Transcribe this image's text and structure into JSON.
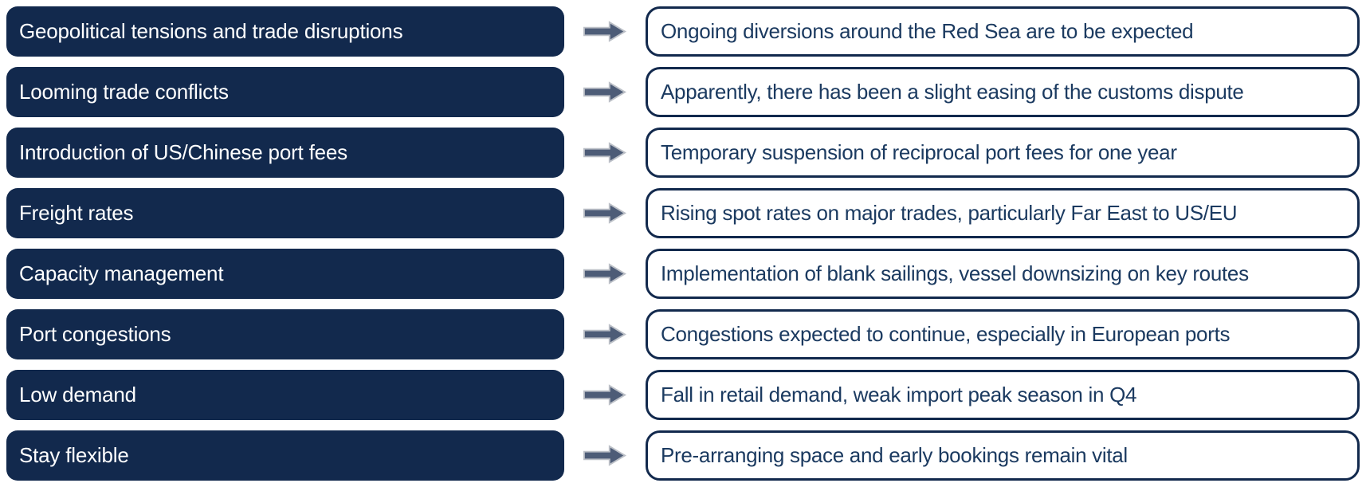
{
  "diagram": {
    "type": "topic-to-detail mapping",
    "rows": [
      {
        "topic": "Geopolitical tensions and trade disruptions",
        "detail": "Ongoing diversions around the Red Sea are to be expected"
      },
      {
        "topic": "Looming trade conflicts",
        "detail": "Apparently, there has been a slight easing of the customs dispute"
      },
      {
        "topic": "Introduction of US/Chinese port fees",
        "detail": "Temporary suspension of reciprocal port fees for one year"
      },
      {
        "topic": "Freight rates",
        "detail": "Rising spot rates on major trades, particularly Far East to US/EU"
      },
      {
        "topic": "Capacity management",
        "detail": "Implementation of blank sailings, vessel downsizing on key routes"
      },
      {
        "topic": "Port congestions",
        "detail": "Congestions expected to continue, especially in European ports"
      },
      {
        "topic": "Low demand",
        "detail": "Fall in retail demand, weak import peak season in Q4"
      },
      {
        "topic": "Stay flexible",
        "detail": "Pre-arranging space and early bookings remain vital"
      }
    ],
    "icons": {
      "arrow": "right-block-arrow"
    },
    "colors": {
      "topic_box_fill": "#12294d",
      "topic_text": "#ffffff",
      "detail_box_border": "#12294d",
      "detail_box_fill": "#ffffff",
      "detail_text": "#1b3a60",
      "arrow_fill": "#4d5c77",
      "arrow_outline": "#bcc0c7",
      "background": "#ffffff"
    }
  }
}
